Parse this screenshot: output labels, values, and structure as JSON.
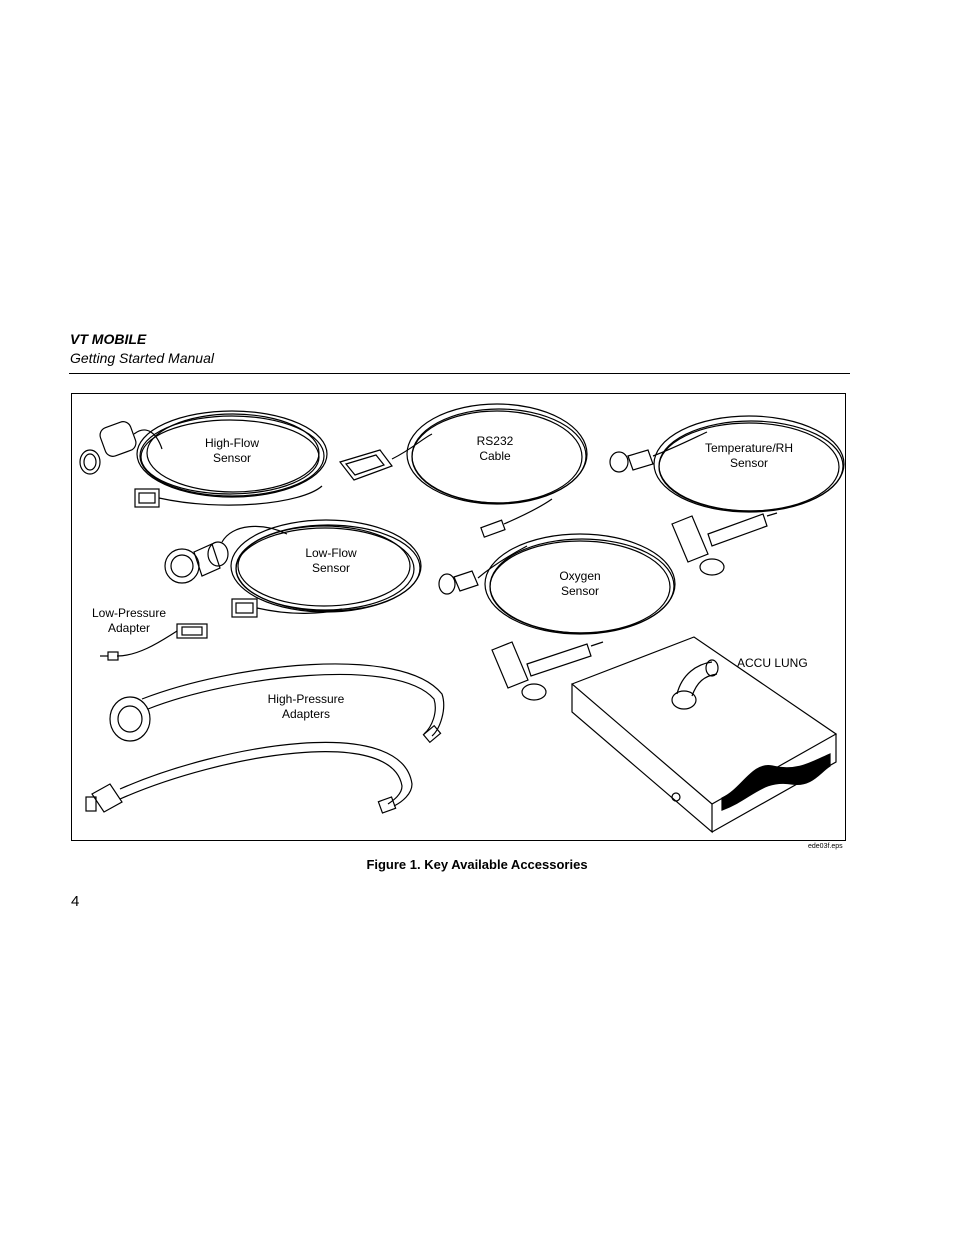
{
  "header": {
    "title": "VT MOBILE",
    "subtitle": "Getting Started Manual"
  },
  "figure": {
    "labels": {
      "high_flow": "High-Flow\nSensor",
      "rs232": "RS232\nCable",
      "temp_rh": "Temperature/RH\nSensor",
      "low_flow": "Low-Flow\nSensor",
      "oxygen": "Oxygen\nSensor",
      "low_pressure": "Low-Pressure\nAdapter",
      "accu_lung": "ACCU LUNG",
      "high_pressure": "High-Pressure\nAdapters"
    },
    "file_ref": "ede03f.eps",
    "caption": "Figure 1. Key Available Accessories"
  },
  "page_number": "4"
}
